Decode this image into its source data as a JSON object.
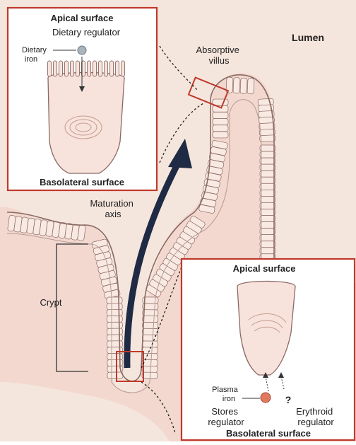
{
  "colors": {
    "background": "#f5e6dd",
    "tissue": "#f7dcd6",
    "cell_fill": "#f9e9e3",
    "cell_stroke": "#8a6a62",
    "inset_border": "#c0392b",
    "highlight_box": "#c0392b",
    "arrow": "#1f2a44",
    "dietary_iron": "#a9b4bb",
    "plasma_iron": "#e07a5f",
    "text": "#222222"
  },
  "labels": {
    "lumen": "Lumen",
    "absorptive_villus": [
      "Absorptive",
      "villus"
    ],
    "maturation_axis": [
      "Maturation",
      "axis"
    ],
    "crypt": "Crypt"
  },
  "inset_top": {
    "apical_surface": "Apical surface",
    "dietary_regulator": "Dietary regulator",
    "dietary_iron": [
      "Dietary",
      "iron"
    ],
    "basolateral_surface": "Basolateral surface"
  },
  "inset_bottom": {
    "apical_surface": "Apical surface",
    "plasma_iron": [
      "Plasma",
      "iron"
    ],
    "question_mark": "?",
    "stores_regulator": [
      "Stores",
      "regulator"
    ],
    "erythroid_regulator": [
      "Erythroid",
      "regulator"
    ],
    "basolateral_surface": "Basolateral surface"
  }
}
